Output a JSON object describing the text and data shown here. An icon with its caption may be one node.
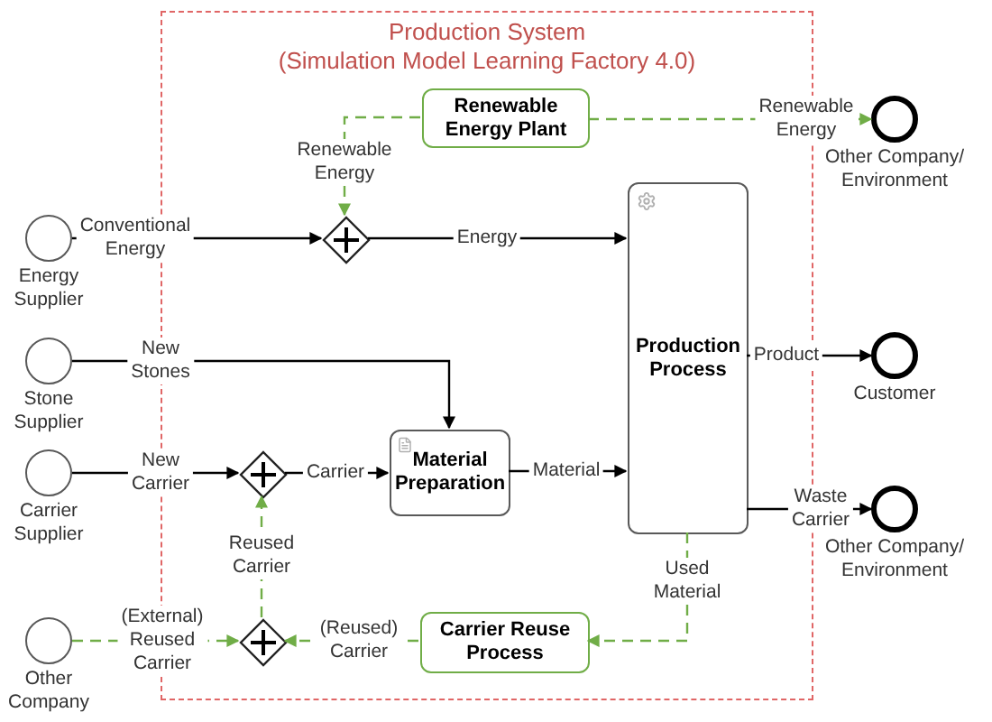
{
  "diagram": {
    "nodes": [
      {
        "text": [
          "Production System",
          "(Simulation Model Learning Factory 4.0)"
        ]
      },
      {
        "text": [
          "Renewable Energy Plant"
        ],
        "in": 0
      },
      {
        "text": [],
        "shape": "circle",
        "beside": [
          "Other Company/ Environment"
        ]
      },
      {
        "text": [],
        "shape": "circle",
        "beside": [
          "Energy Supplier"
        ]
      },
      {
        "text": [],
        "shape": "diamond",
        "in": 0
      },
      {
        "text": [
          "Production Process"
        ],
        "in": 0
      },
      {
        "text": [],
        "shape": "circle",
        "beside": [
          "Customer"
        ]
      },
      {
        "text": [],
        "shape": "circle",
        "beside": [
          "Stone Supplier"
        ]
      },
      {
        "text": [],
        "shape": "circle",
        "beside": [
          "Carrier Supplier"
        ]
      },
      {
        "text": [],
        "shape": "diamond",
        "in": 0
      },
      {
        "text": [
          "Material Preparation"
        ],
        "in": 0
      },
      {
        "text": [],
        "shape": "circle",
        "beside": [
          "Other Company/ Environment"
        ]
      },
      {
        "text": [],
        "shape": "circle",
        "beside": [
          "Other Company"
        ]
      },
      {
        "text": [],
        "shape": "diamond",
        "in": 0
      },
      {
        "text": [
          "Carrier Reuse Process"
        ],
        "in": 0
      }
    ],
    "edges": [
      {
        "from": 1,
        "to": 2,
        "arrow": "to",
        "label": "Renewable Energy",
        "style": "dashed",
        "color": "#70ad47"
      },
      {
        "from": 1,
        "to": 4,
        "arrow": "to",
        "label": "Renewable Energy",
        "style": "dashed",
        "color": "#70ad47"
      },
      {
        "from": 3,
        "to": 4,
        "arrow": "to",
        "label": "Conventional Energy"
      },
      {
        "from": 4,
        "to": 5,
        "arrow": "to",
        "label": "Energy"
      },
      {
        "from": 5,
        "to": 6,
        "arrow": "to",
        "label": "Product"
      },
      {
        "from": 7,
        "to": 10,
        "arrow": "to",
        "label": "New Stones"
      },
      {
        "from": 8,
        "to": 9,
        "arrow": "to",
        "label": "New Carrier"
      },
      {
        "from": 9,
        "to": 10,
        "arrow": "to",
        "label": "Carrier"
      },
      {
        "from": 10,
        "to": 5,
        "arrow": "to",
        "label": "Material"
      },
      {
        "from": 5,
        "to": 11,
        "arrow": "to",
        "label": "Waste Carrier"
      },
      {
        "from": 5,
        "to": 14,
        "arrow": "to",
        "label": "Used Material",
        "style": "dashed",
        "color": "#70ad47"
      },
      {
        "from": 14,
        "to": 13,
        "arrow": "to",
        "label": "(Reused) Carrier",
        "style": "dashed",
        "color": "#70ad47"
      },
      {
        "from": 12,
        "to": 13,
        "arrow": "to",
        "label": "(External) Reused Carrier",
        "style": "dashed",
        "color": "#70ad47"
      },
      {
        "from": 13,
        "to": 9,
        "arrow": "to",
        "label": "Reused Carrier",
        "style": "dashed",
        "color": "#70ad47"
      }
    ]
  }
}
